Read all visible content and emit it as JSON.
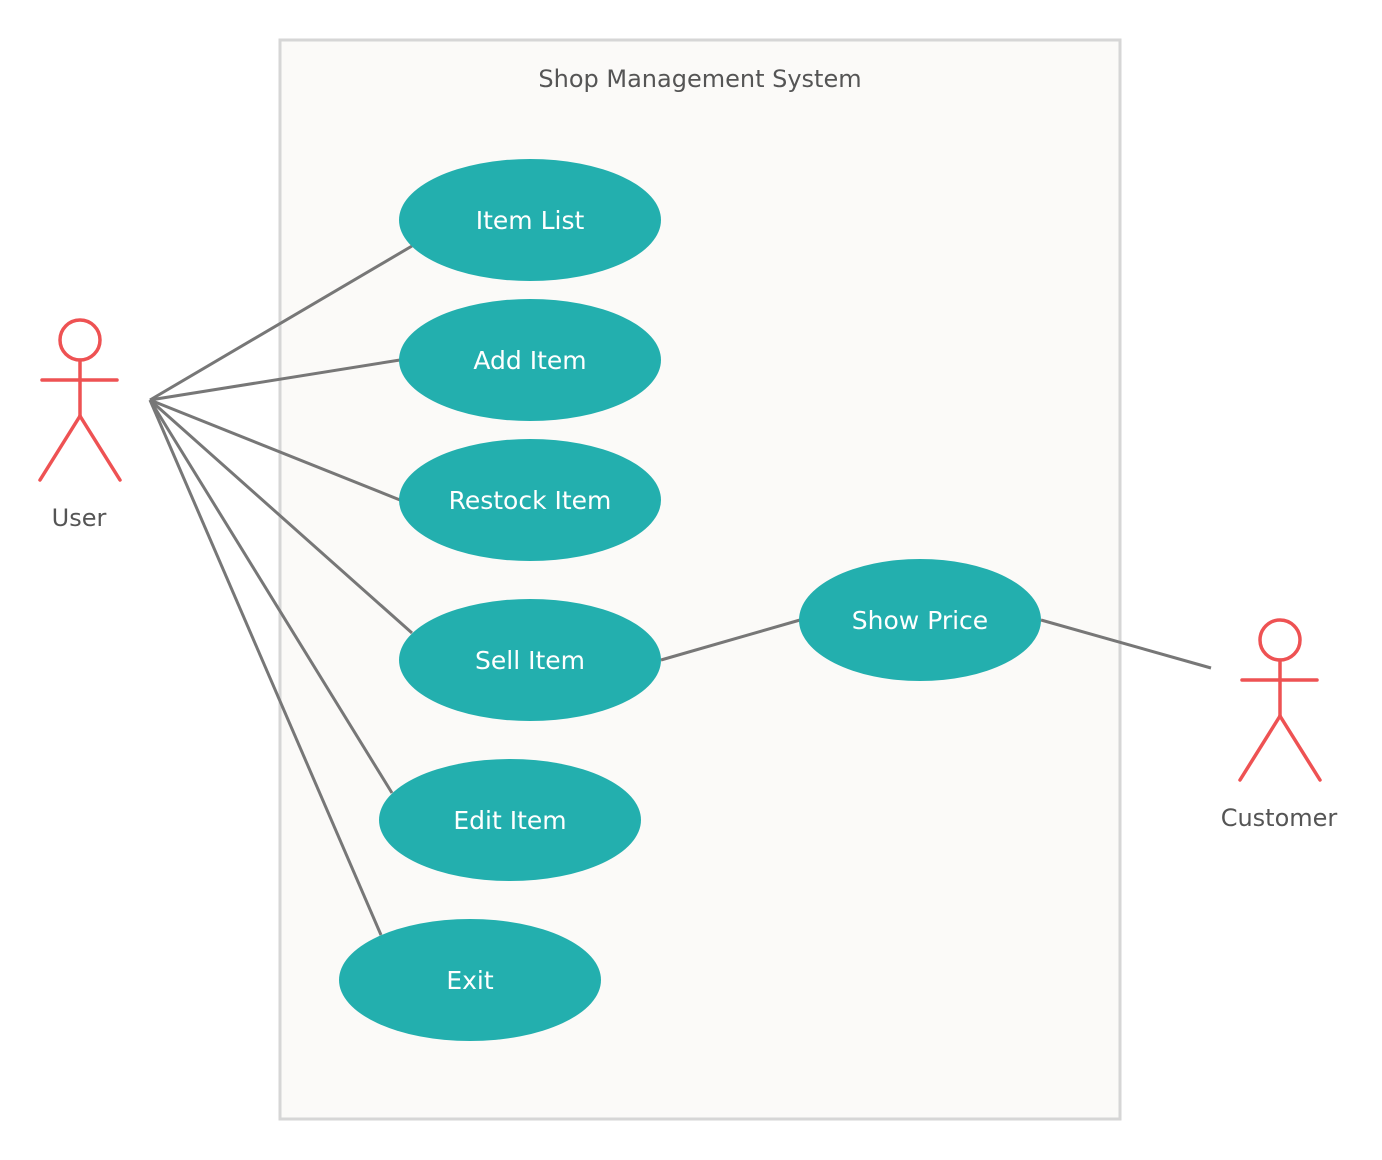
{
  "system": {
    "title": "Shop Management System"
  },
  "actors": {
    "user": {
      "label": "User"
    },
    "customer": {
      "label": "Customer"
    }
  },
  "use_cases": {
    "item_list": "Item List",
    "add_item": "Add Item",
    "restock_item": "Restock Item",
    "sell_item": "Sell Item",
    "edit_item": "Edit Item",
    "exit": "Exit",
    "show_price": "Show Price"
  },
  "associations": [
    {
      "from": "User",
      "to": "Item List"
    },
    {
      "from": "User",
      "to": "Add Item"
    },
    {
      "from": "User",
      "to": "Restock Item"
    },
    {
      "from": "User",
      "to": "Sell Item"
    },
    {
      "from": "User",
      "to": "Edit Item"
    },
    {
      "from": "User",
      "to": "Exit"
    },
    {
      "from": "Sell Item",
      "to": "Show Price"
    },
    {
      "from": "Show Price",
      "to": "Customer"
    }
  ],
  "colors": {
    "use_case_fill": "#23AFAE",
    "actor_stroke": "#EE5253",
    "line": "#777777",
    "system_fill": "#FBFAF8",
    "system_border": "#D6D6D6"
  }
}
